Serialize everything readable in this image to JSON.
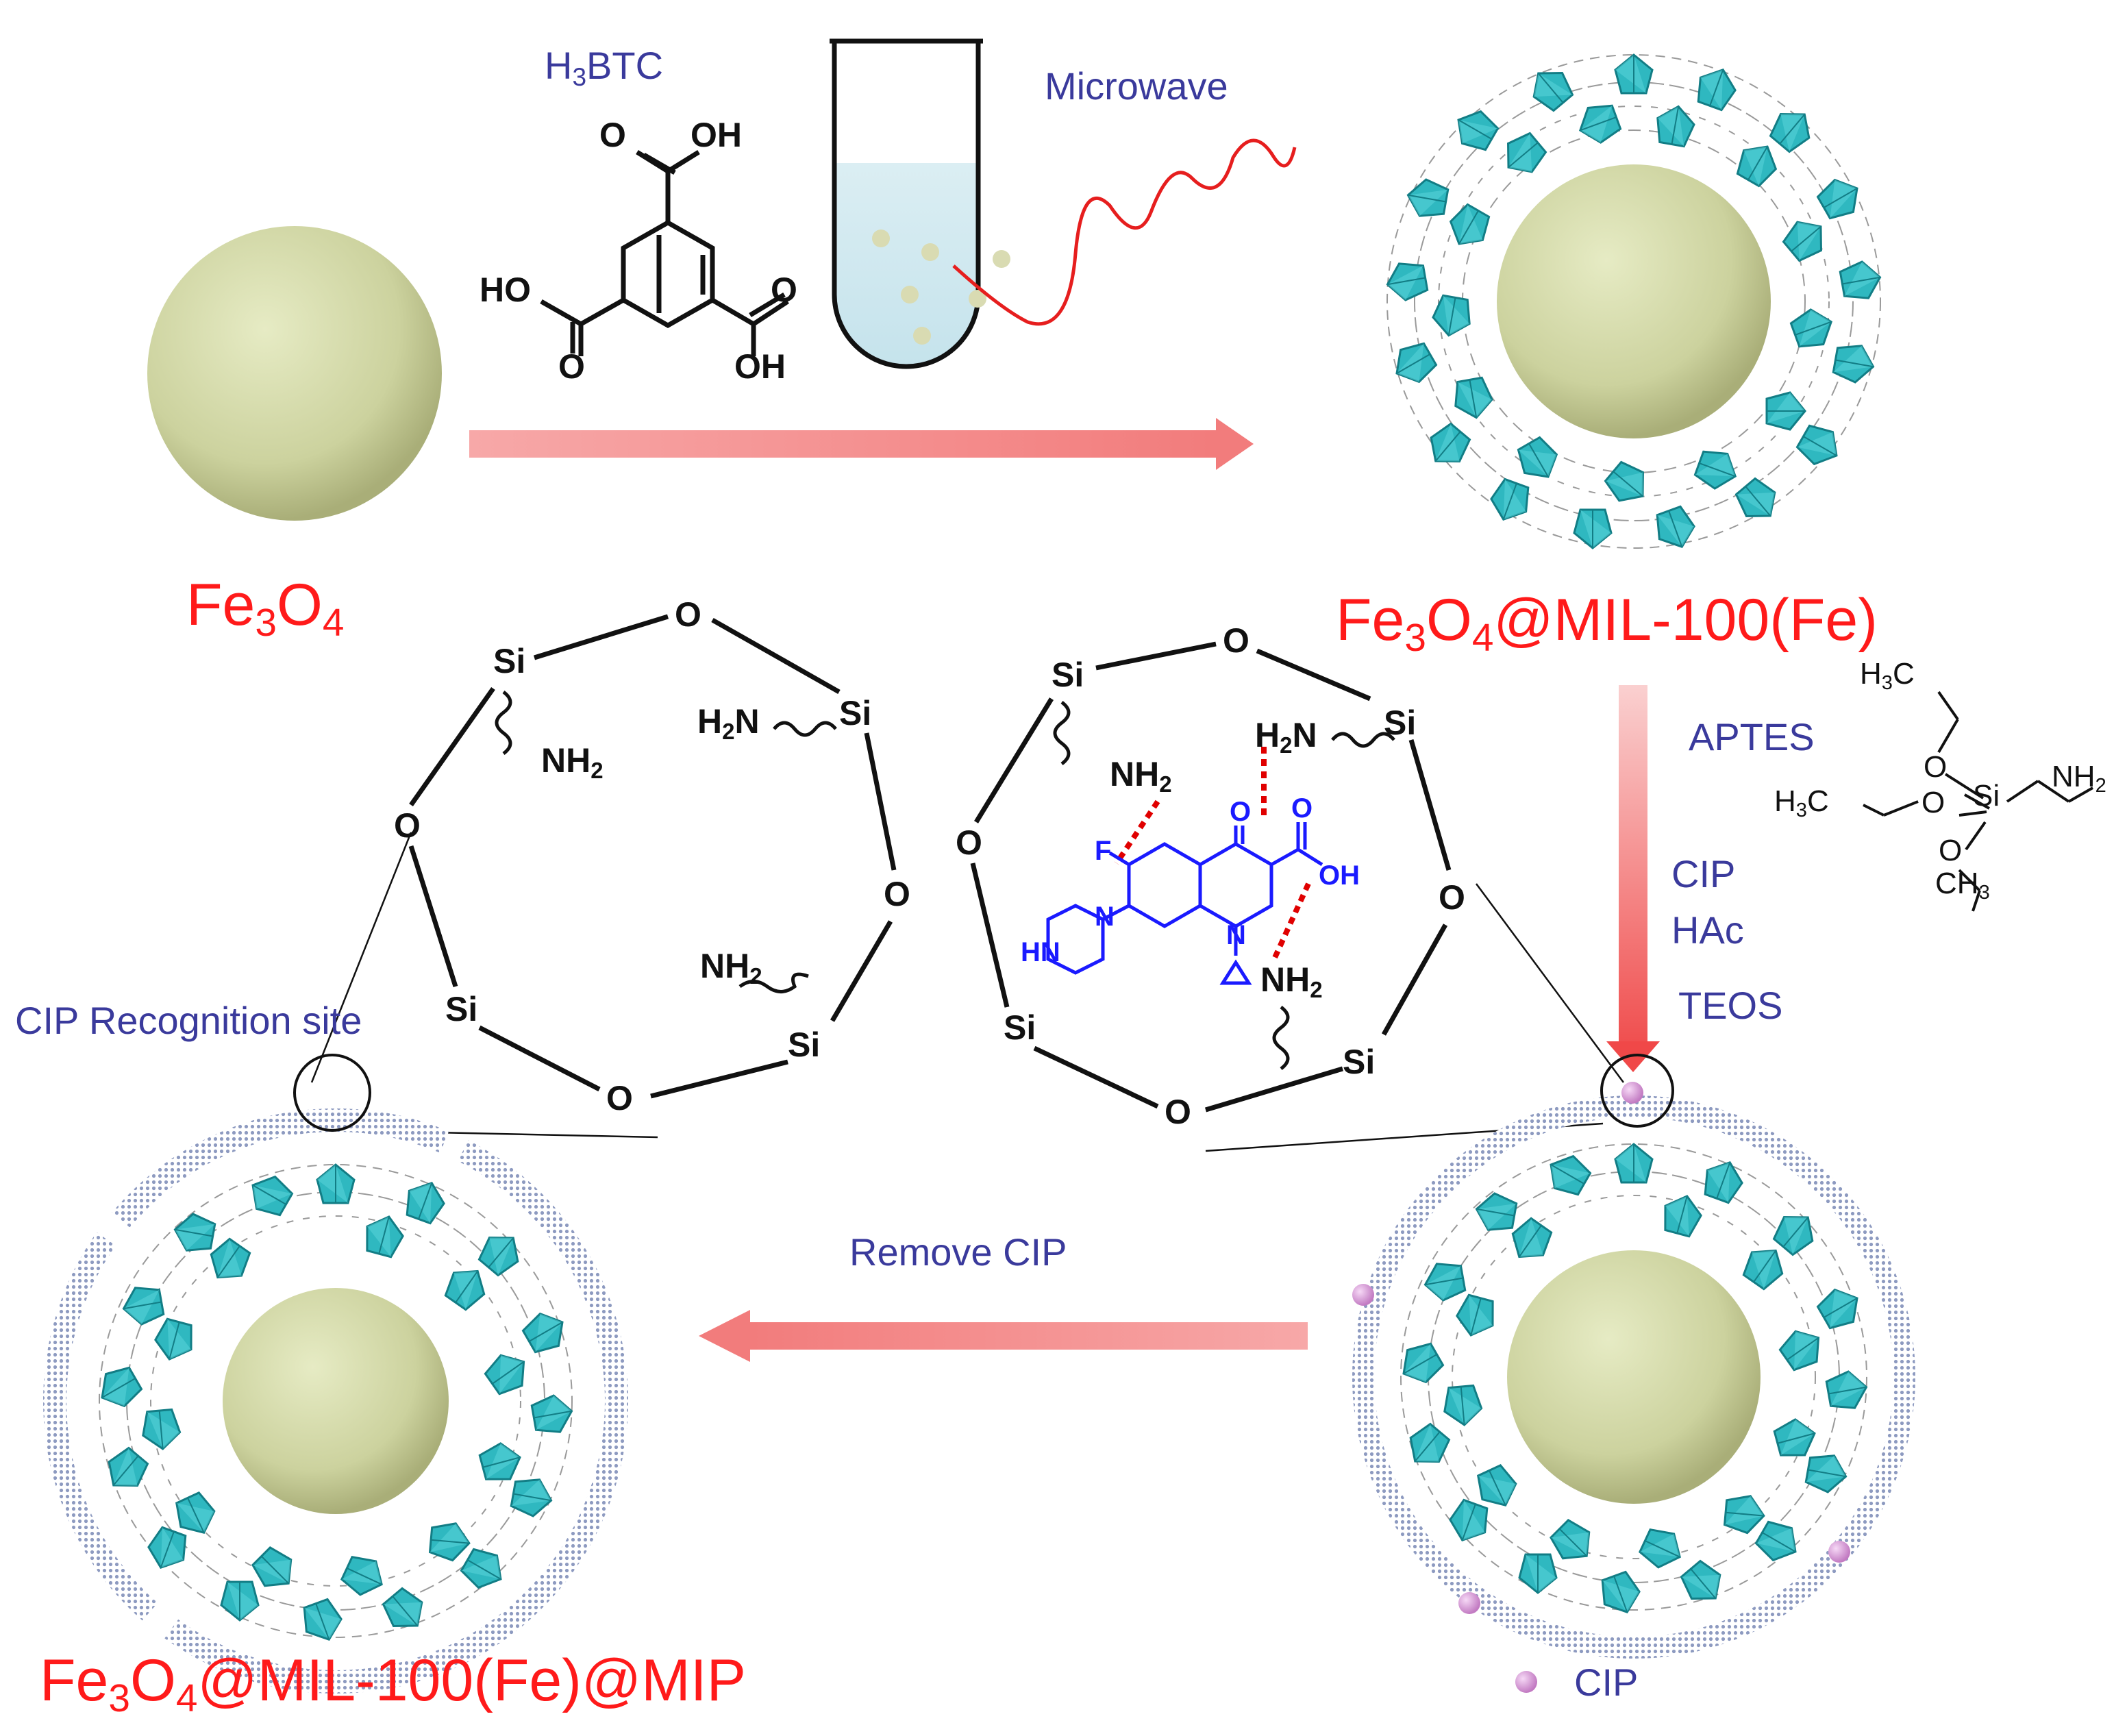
{
  "title_labels": {
    "fe3o4": {
      "main": "Fe",
      "s1": "3",
      "m2": "O",
      "s2": "4",
      "rest": ""
    },
    "core_shell": {
      "main": "Fe",
      "s1": "3",
      "m2": "O",
      "s2": "4",
      "rest": "@MIL-100(Fe)"
    },
    "mip": {
      "main": "Fe",
      "s1": "3",
      "m2": "O",
      "s2": "4",
      "rest": "@MIL-100(Fe)@MIP"
    }
  },
  "reagents": {
    "h3btc": {
      "a": "H",
      "s": "3",
      "b": "BTC"
    },
    "microwave": "Microwave",
    "aptes": "APTES",
    "cip": "CIP",
    "hac": "HAc",
    "teos": "TEOS",
    "remove_cip": "Remove CIP",
    "recognition_site": "CIP Recognition site",
    "legend_cip": "CIP"
  },
  "btc_atoms": {
    "o_top": "O",
    "oh_top": "OH",
    "ho_left": "HO",
    "o_left": "O",
    "o_right": "O",
    "oh_right": "OH"
  },
  "aptes_atoms": {
    "h3c_top": "H",
    "h3c_top_s": "3",
    "h3c_top_c": "C",
    "o_top": "O",
    "si": "Si",
    "h3c_left": "H",
    "h3c_left_s": "3",
    "h3c_left_c": "C",
    "o_left": "O",
    "o_bottom": "O",
    "ch3": "CH",
    "ch3_s": "3",
    "nh2": "NH",
    "nh2_s": "2"
  },
  "ring_left": {
    "si1": "Si",
    "o1": "O",
    "si2": "Si",
    "o2": "O",
    "si3": "Si",
    "o3": "O",
    "si4": "Si",
    "o4": "O",
    "nh2_a": "NH",
    "nh2_b": "H",
    "nh2_c": "NH",
    "sub2": "2"
  },
  "ring_right": {
    "si1": "Si",
    "o1": "O",
    "si2": "Si",
    "o2": "O",
    "si3": "Si",
    "o3": "O",
    "si4": "Si",
    "o4": "O",
    "nh2_a": "NH",
    "nh2_b": "H",
    "nh2_c": "NH",
    "sub2": "2"
  },
  "cip_drug": {
    "f": "F",
    "o_keto": "O",
    "o_acid": "O",
    "oh": "OH",
    "hn": "HN",
    "n_pip": "N",
    "n_ring": "N"
  },
  "colors": {
    "label_red": "#ff1a1a",
    "label_blue": "#3a3a9c",
    "arrow": "#f48a8a",
    "core": "#d2d8a8",
    "mof": "#2fb8c0",
    "shell": "#9aa6c8",
    "cip_dot": "#d9a0d9",
    "drug": "#1a1aff",
    "hbond": "#e00000"
  }
}
